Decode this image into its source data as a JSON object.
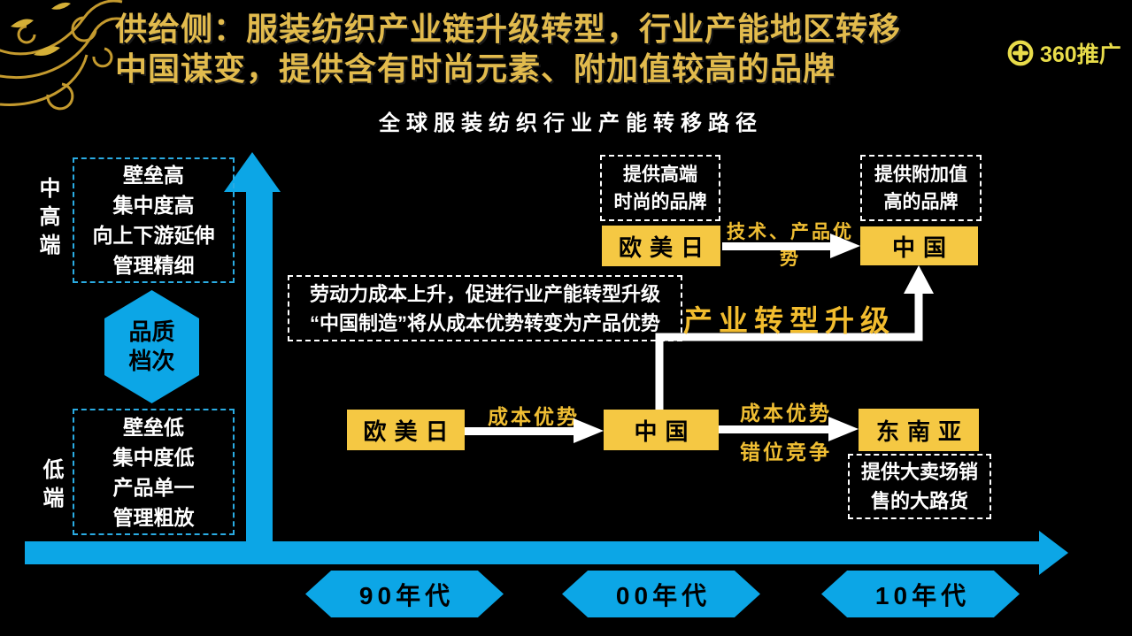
{
  "header": {
    "title_line1": "供给侧：服装纺织产业链升级转型，行业产能地区转移",
    "title_line2": "中国谋变，提供含有时尚元素、附加值较高的品牌",
    "subtitle": "全球服装纺织行业产能转移路径",
    "logo_text": "360推广"
  },
  "y_axis": {
    "top_label": "中高端",
    "bottom_label": "低端"
  },
  "quality_hex": {
    "line1": "品质",
    "line2": "档次"
  },
  "high_end_box": {
    "lines": [
      "壁垒高",
      "集中度高",
      "向上下游延伸",
      "管理精细"
    ]
  },
  "low_end_box": {
    "lines": [
      "壁垒低",
      "集中度低",
      "产品单一",
      "管理粗放"
    ]
  },
  "labor_box": {
    "line1": "劳动力成本上升，促进行业产能转型升级",
    "line2": "“中国制造”将从成本优势转变为产品优势"
  },
  "upgrade_label": "产业转型升级",
  "top_flow": {
    "offer_left": {
      "line1": "提供高端",
      "line2": "时尚的品牌"
    },
    "node_left": "欧美日",
    "arrow_label": "技术、产品优势",
    "offer_right": {
      "line1": "提供附加值",
      "line2": "高的品牌"
    },
    "node_right": "中国"
  },
  "mid_flow": {
    "node_left": "欧美日",
    "arrow1_label": "成本优势",
    "node_center": "中国",
    "arrow2_label_top": "成本优势",
    "arrow2_label_bottom": "错位竞争",
    "node_right": "东南亚",
    "mass_box": {
      "line1": "提供大卖场销",
      "line2": "售的大路货"
    }
  },
  "timeline": {
    "decades": [
      "90年代",
      "00年代",
      "10年代"
    ]
  },
  "colors": {
    "background": "#000000",
    "axis_blue": "#0CA6E6",
    "node_yellow": "#F5C843",
    "title_gold": "#E2BB4D",
    "label_yellow": "#F0BE33",
    "dash_cyan": "#2AACE3",
    "logo_yellow": "#E8DC4A"
  }
}
